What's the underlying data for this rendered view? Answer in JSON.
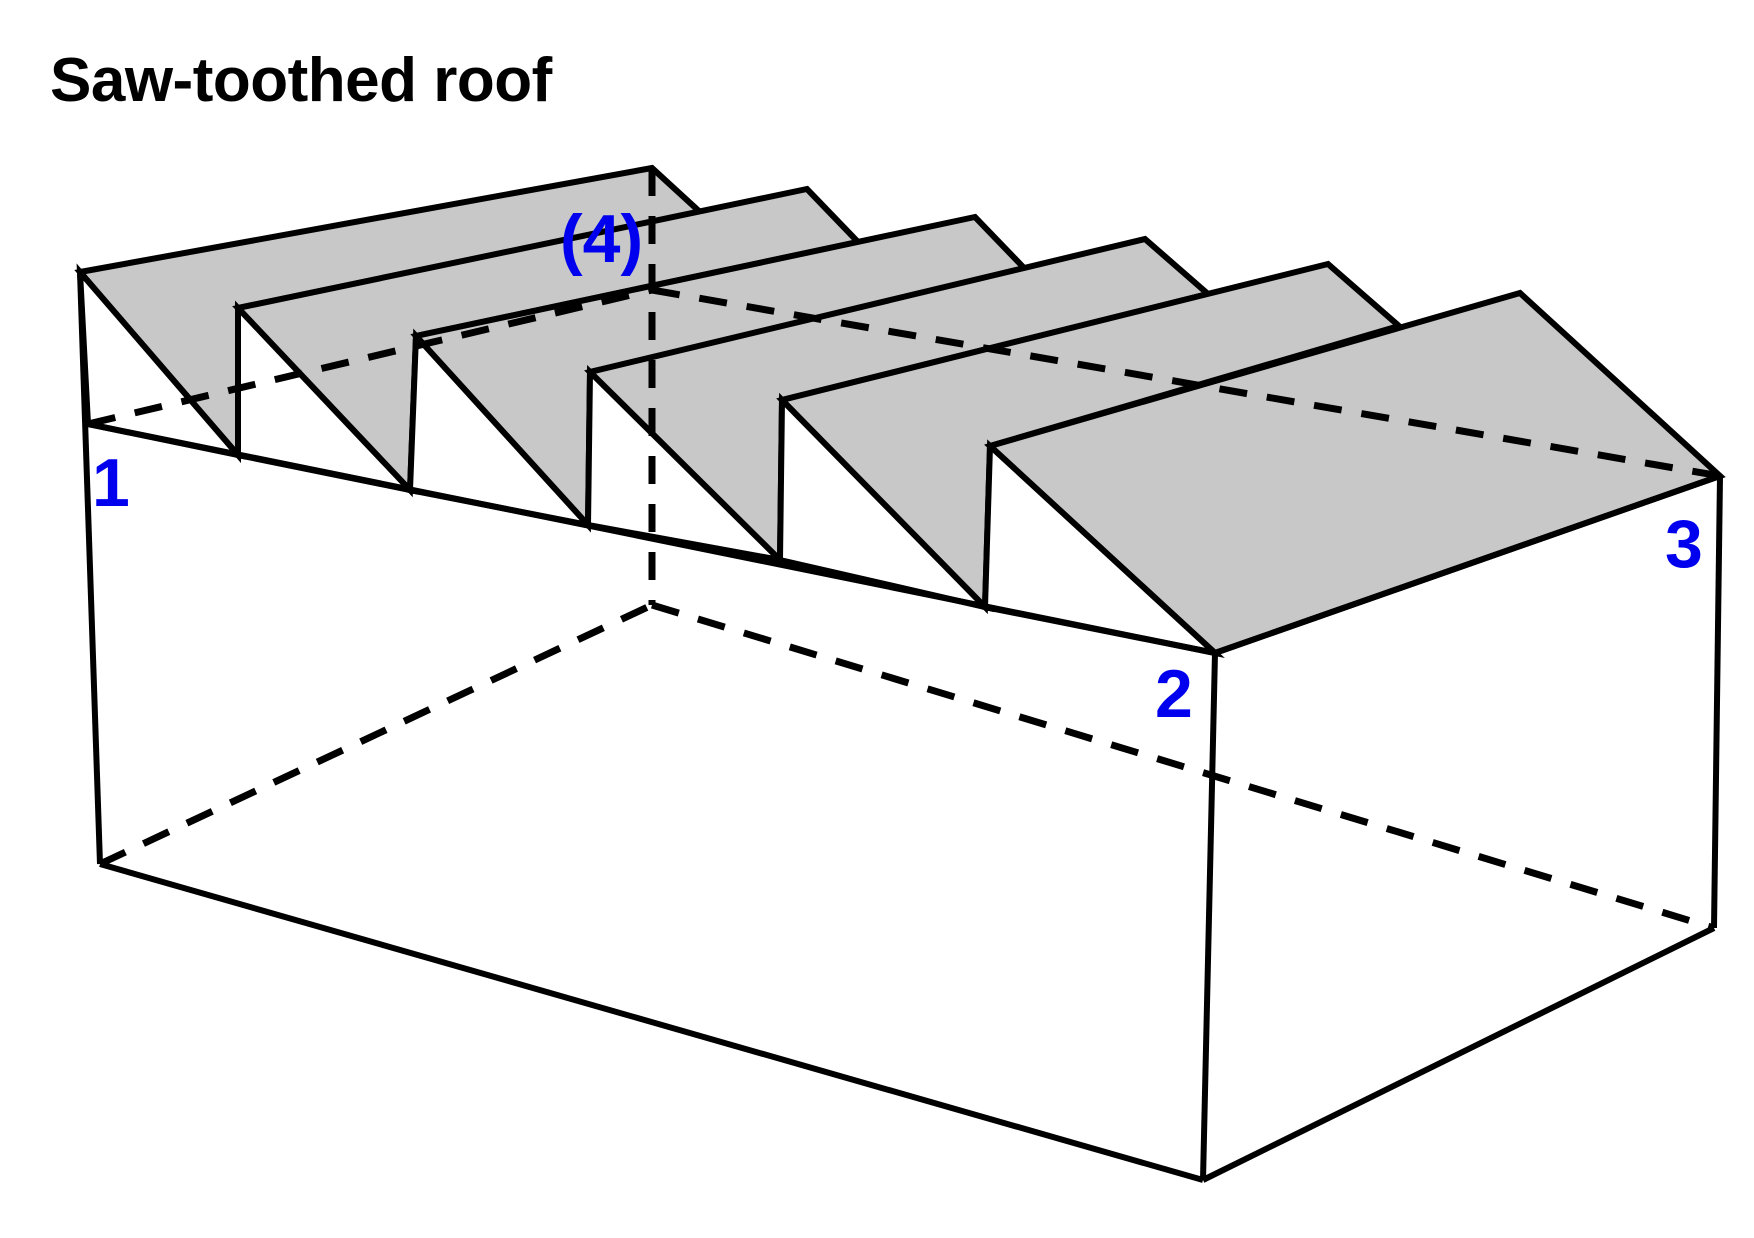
{
  "title": "Saw-toothed roof",
  "colors": {
    "outline": "#000000",
    "roof_fill": "#c8c8c8",
    "label": "#0000ee",
    "background": "#ffffff"
  },
  "corner_labels": [
    {
      "id": "1",
      "text": "1"
    },
    {
      "id": "2",
      "text": "2"
    },
    {
      "id": "3",
      "text": "3"
    },
    {
      "id": "4",
      "text": "(4)"
    }
  ],
  "roof": {
    "type": "saw-toothed",
    "tooth_count": 6
  }
}
